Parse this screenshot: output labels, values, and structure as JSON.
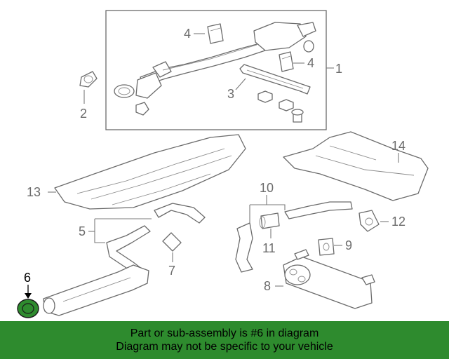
{
  "callouts": {
    "c1": "1",
    "c2": "2",
    "c3": "3",
    "c4a": "4",
    "c4b": "4",
    "c5": "5",
    "c6": "6",
    "c7": "7",
    "c8": "8",
    "c9": "9",
    "c10": "10",
    "c11": "11",
    "c12": "12",
    "c13": "13",
    "c14": "14"
  },
  "highlight": {
    "part_number": "6",
    "color": "#2e8b2e"
  },
  "banner": {
    "line1": "Part or sub-assembly is #6 in diagram",
    "line2": "Diagram may not be specific to your vehicle",
    "background": "#2e8b2e"
  }
}
